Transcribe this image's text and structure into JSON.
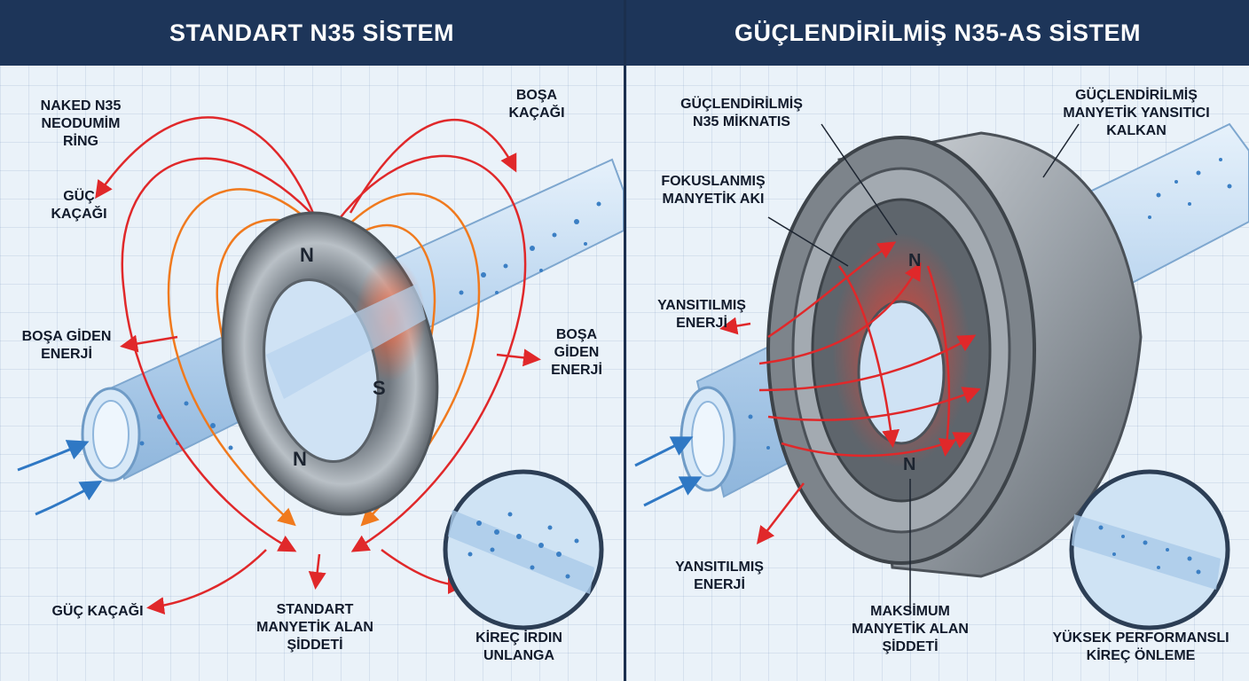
{
  "left_panel": {
    "title": "STANDART N35 SİSTEM",
    "labels": {
      "naked_ring": "NAKED N35\nNEODUMİM\nRİNG",
      "power_leak_top": "GÜÇ\nKAÇAĞI",
      "wasted_leak_top": "BOŞA\nKAÇAĞI",
      "wasted_energy_left": "BOŞA GİDEN\nENERJİ",
      "wasted_energy_right": "BOŞA\nGİDEN\nENERJİ",
      "power_leak_bottom": "GÜÇ KAÇAĞI",
      "standard_field": "STANDART\nMANYETİK ALAN\nŞİDDETİ",
      "scale_inset": "KİREÇ İRDIN\nUNLANGA"
    },
    "pole_labels": [
      "N",
      "S",
      "N"
    ]
  },
  "right_panel": {
    "title": "GÜÇLENDİRİLMİŞ N35-AS SİSTEM",
    "labels": {
      "reinforced_magnet": "GÜÇLENDİRİLMİŞ\nN35 MİKNATIS",
      "shield": "GÜÇLENDİRİLMİŞ\nMANYETİK YANSITICI\nKALKAN",
      "focused_flux": "FOKUSLANMIŞ\nMANYETİK AKI",
      "reflected_energy_top": "YANSITILMIŞ\nENERJİ",
      "reflected_energy_bottom": "YANSITILMIŞ\nENERJİ",
      "max_field": "MAKSİMUM\nMANYETİK ALAN\nŞİDDETİ",
      "high_performance": "YÜKSEK PERFORMANSLI\nKİREÇ ÖNLEME"
    },
    "pole_labels": [
      "N",
      "N"
    ]
  },
  "colors": {
    "header_bg": "#1d3559",
    "field_red": "#e0282a",
    "field_orange": "#f07a1e",
    "water_blue": "#2f78c4",
    "pipe": "#b9d4ec",
    "metal": "#8e959c"
  }
}
